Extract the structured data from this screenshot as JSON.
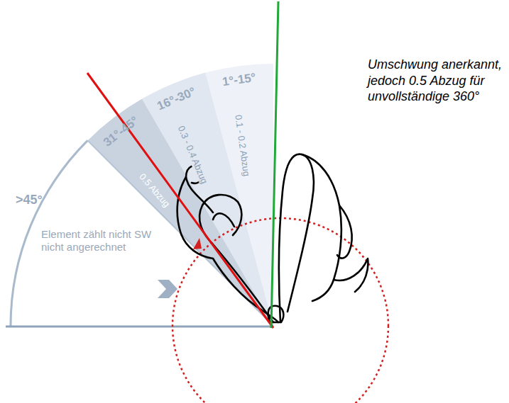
{
  "diagram": {
    "labels": [
      "31°-45°",
      "16°-30°",
      "1°-15°",
      ">45°",
      "0.5 Abzug",
      "0.3 - 0.4 Abzug",
      "0.1 - 0.2 Abzug",
      "Element zählt nicht SW nicht angerechnet",
      "Umschwung anerkannt, jedoch 0.5 Abzug für unvollständige 360°"
    ]
  }
}
